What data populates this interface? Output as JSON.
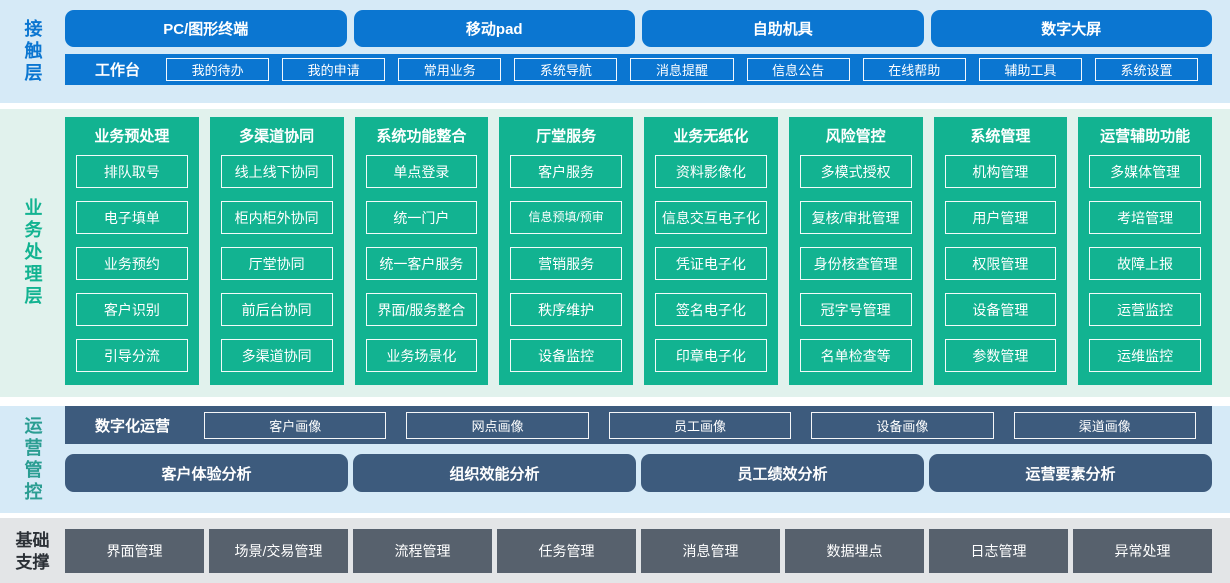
{
  "colors": {
    "accent_blue": "#0b76d1",
    "band_light_blue": "#d6eaf7",
    "accent_green": "#12b391",
    "band_light_green": "#e1f2ed",
    "accent_slate": "#3d5b7d",
    "label_teal": "#2a9d92",
    "accent_gray": "#57616d",
    "band_light_gray": "#e3e5e7"
  },
  "layers": {
    "contact": {
      "label": "接触层",
      "channels": [
        "PC/图形终端",
        "移动pad",
        "自助机具",
        "数字大屏"
      ],
      "workbench": {
        "label": "工作台",
        "items": [
          "我的待办",
          "我的申请",
          "常用业务",
          "系统导航",
          "消息提醒",
          "信息公告",
          "在线帮助",
          "辅助工具",
          "系统设置"
        ]
      }
    },
    "business": {
      "label": "业务处理层",
      "columns": [
        {
          "title": "业务预处理",
          "items": [
            "排队取号",
            "电子填单",
            "业务预约",
            "客户识别",
            "引导分流"
          ]
        },
        {
          "title": "多渠道协同",
          "items": [
            "线上线下协同",
            "柜内柜外协同",
            "厅堂协同",
            "前后台协同",
            "多渠道协同"
          ]
        },
        {
          "title": "系统功能整合",
          "items": [
            "单点登录",
            "统一门户",
            "统一客户服务",
            "界面/服务整合",
            "业务场景化"
          ]
        },
        {
          "title": "厅堂服务",
          "items": [
            "客户服务",
            "信息预填/预审",
            "营销服务",
            "秩序维护",
            "设备监控"
          ]
        },
        {
          "title": "业务无纸化",
          "items": [
            "资料影像化",
            "信息交互电子化",
            "凭证电子化",
            "签名电子化",
            "印章电子化"
          ]
        },
        {
          "title": "风险管控",
          "items": [
            "多模式授权",
            "复核/审批管理",
            "身份核查管理",
            "冠字号管理",
            "名单检查等"
          ]
        },
        {
          "title": "系统管理",
          "items": [
            "机构管理",
            "用户管理",
            "权限管理",
            "设备管理",
            "参数管理"
          ]
        },
        {
          "title": "运营辅助功能",
          "items": [
            "多媒体管理",
            "考培管理",
            "故障上报",
            "运营监控",
            "运维监控"
          ]
        }
      ]
    },
    "operations": {
      "label": "运营管控",
      "digital_row": {
        "label": "数字化运营",
        "items": [
          "客户画像",
          "网点画像",
          "员工画像",
          "设备画像",
          "渠道画像"
        ]
      },
      "analysis_row": [
        "客户体验分析",
        "组织效能分析",
        "员工绩效分析",
        "运营要素分析"
      ]
    },
    "foundation": {
      "label": "基础支撑",
      "items": [
        "界面管理",
        "场景/交易管理",
        "流程管理",
        "任务管理",
        "消息管理",
        "数据埋点",
        "日志管理",
        "异常处理"
      ]
    }
  }
}
